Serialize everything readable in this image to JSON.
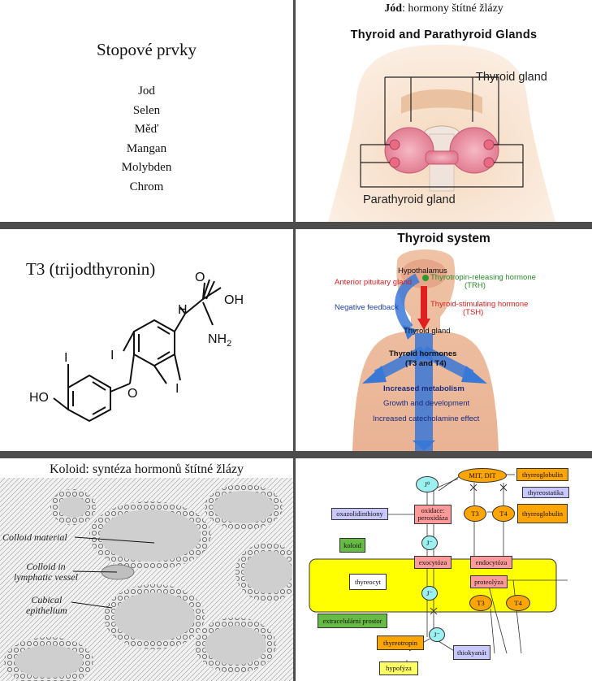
{
  "panel1": {
    "title": "Stopové prvky",
    "items": [
      "Jod",
      "Selen",
      "Měď",
      "Mangan",
      "Molybden",
      "Chrom"
    ]
  },
  "panel2": {
    "caption_bold": "Jód",
    "caption_rest": ": hormony štítné žlázy",
    "heading": "Thyroid and Parathyroid Glands",
    "label_thyroid": "Thyroid gland",
    "label_parathyroid": "Parathyroid gland"
  },
  "panel3": {
    "title": "T3 (trijodthyronin)",
    "atoms": {
      "oh": "OH",
      "o_carbonyl": "O",
      "h": "H",
      "nh2": "NH",
      "nh2_sub": "2",
      "iodine": "I",
      "ho": "HO",
      "o_ether": "O"
    }
  },
  "panel4": {
    "heading": "Thyroid system",
    "hypothalamus": "Hypothalamus",
    "anterior_pituitary": "Anterior pituitary gland",
    "trh_1": "Thyrotropin-releasing hormone",
    "trh_2": "(TRH)",
    "negative_feedback": "Negative feedback",
    "tsh_1": "Thyroid-stimulating hormone",
    "tsh_2": "(TSH)",
    "thyroid_gland": "Thyroid gland",
    "hormones_1": "Thyroid hormones",
    "hormones_2": "(T3 and T4)",
    "increased_metabolism": "Increased metabolism",
    "growth": "Growth and development",
    "catecholamine": "Increased catecholamine effect",
    "colors": {
      "red": "#d42020",
      "green": "#2a8a2a",
      "blue": "#1f3fa8"
    }
  },
  "panel5": {
    "title": "Koloid: syntéza hormonů štítné žlázy",
    "label_colloid": "Colloid material",
    "label_lymph_1": "Colloid in",
    "label_lymph_2": "lymphatic vessel",
    "label_epi_1": "Cubical",
    "label_epi_2": "epithelium"
  },
  "panel6": {
    "j0": "J⁰",
    "mit_dit": "MIT, DIT",
    "thyreoglobulin_top": "thyreoglobulin",
    "thyreostatika": "thyreostatika",
    "oxazolidinthiony": "oxazolidinthiony",
    "oxidace_1": "oxidace:",
    "oxidace_2": "peroxidáza",
    "t3": "T3",
    "t4": "T4",
    "thyreoglobulin_mid": "thyreoglobulin",
    "koloid": "koloid",
    "j_minus": "J⁻",
    "exocytoza": "exocytóza",
    "endocytoza": "endocytóza",
    "thyreocyt": "thyreocyt",
    "proteolyza": "proteolýza",
    "extracelularni": "extracelulární prostor",
    "thyreotropin": "thyreotropin",
    "thiokyanat": "thiokyanát",
    "hypofyza": "hypofýza",
    "colors": {
      "yellow": "#ffff00",
      "orange": "#ffa500",
      "pink": "#ff9a9a",
      "cyan": "#9cf0f0",
      "lavender": "#c8c8ff",
      "green": "#66bb44",
      "paleyellow": "#ffff66"
    }
  }
}
